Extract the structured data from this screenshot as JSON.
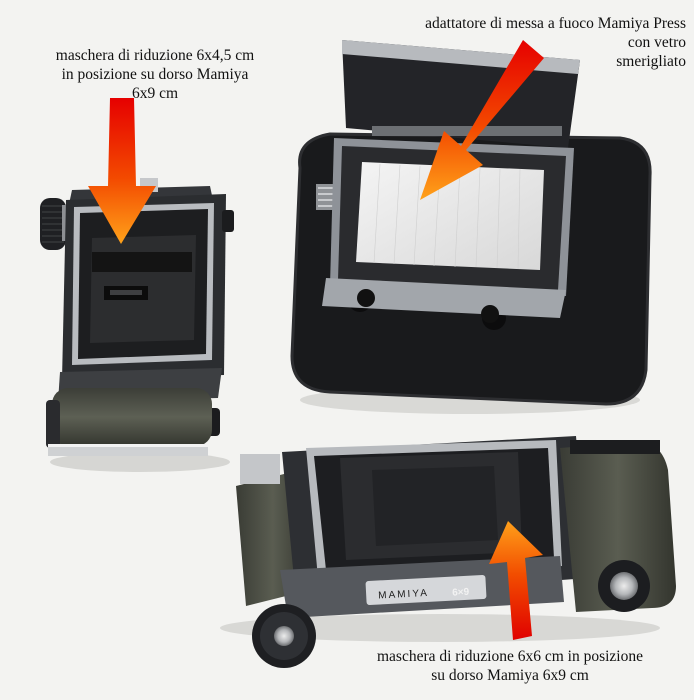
{
  "captions": {
    "ground_glass": {
      "line1": "adattatore di messa a fuoco Mamiya Press",
      "line2": "con vetro",
      "line3": "smerigliato"
    },
    "mask_645": {
      "line1": "maschera di riduzione 6x4,5 cm",
      "line2": "in posizione su dorso Mamiya",
      "line3": "6x9 cm"
    },
    "mask_66": {
      "line1": "maschera di riduzione 6x6 cm in posizione",
      "line2": "su dorso Mamiya 6x9 cm"
    }
  },
  "back_markings": {
    "brand": "MAMIYA",
    "format": "6×9"
  },
  "colors": {
    "background": "#f3f3f1",
    "camera_body": "#2b2d30",
    "leatherette": "#4b4d44",
    "chrome": "#b9bcc0",
    "arrow_top": "#e60000",
    "arrow_bottom": "#ff9a1a"
  }
}
